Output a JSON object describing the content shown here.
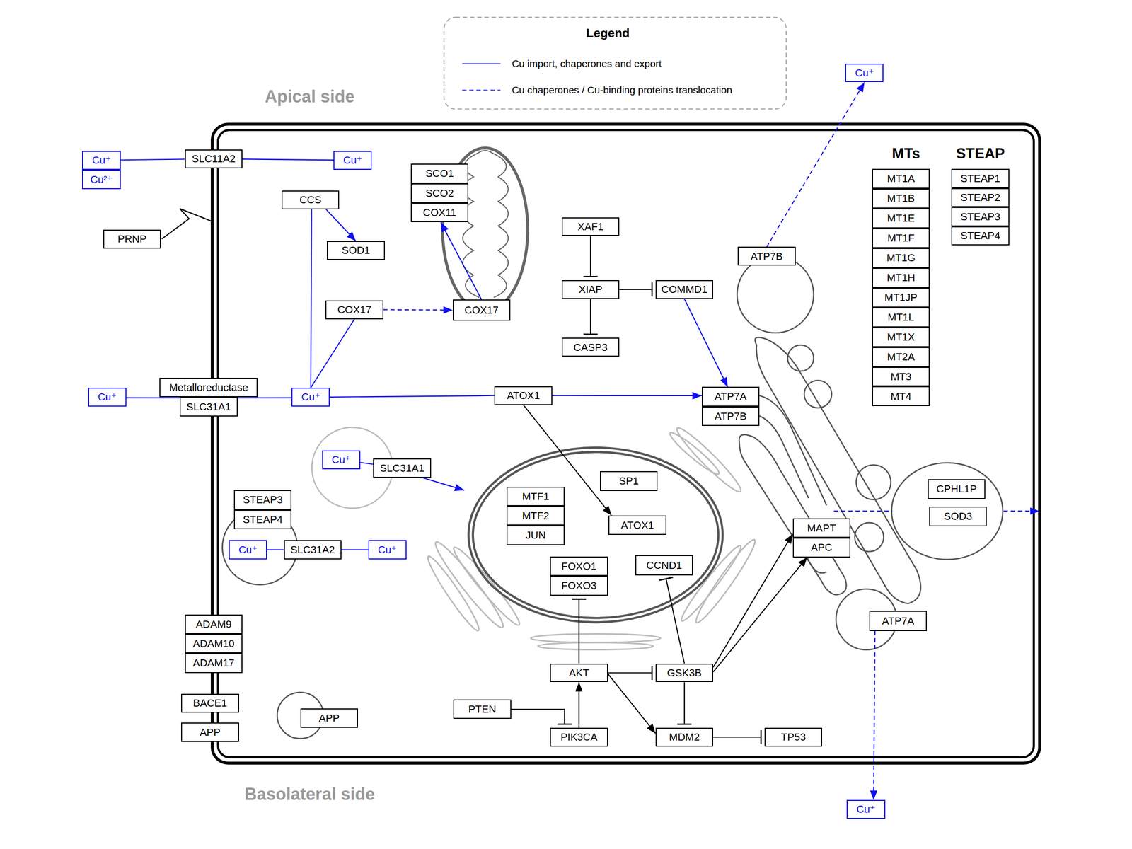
{
  "diagram": {
    "nodes": [
      {
        "text": [
          "Cu⁺"
        ]
      },
      {
        "text": [
          "Cu²⁺"
        ]
      },
      {
        "text": [
          "SLC11A2"
        ]
      },
      {
        "text": [
          "Cu⁺"
        ]
      },
      {
        "text": [
          "PRNP"
        ]
      },
      {
        "text": [
          "CCS"
        ]
      },
      {
        "text": [
          "SOD1"
        ]
      },
      {
        "text": [
          "SCO1"
        ]
      },
      {
        "text": [
          "SCO2"
        ]
      },
      {
        "text": [
          "COX11"
        ]
      },
      {
        "text": [
          "COX17"
        ]
      },
      {
        "text": [
          "COX17"
        ]
      },
      {
        "text": [
          "XAF1"
        ]
      },
      {
        "text": [
          "XIAP"
        ]
      },
      {
        "text": [
          "COMMD1"
        ]
      },
      {
        "text": [
          "CASP3"
        ]
      },
      {
        "text": [
          "Cu⁺"
        ]
      },
      {
        "text": [
          "ATP7B"
        ]
      },
      {
        "text": [
          "MT1A"
        ]
      },
      {
        "text": [
          "MT1B"
        ]
      },
      {
        "text": [
          "MT1E"
        ]
      },
      {
        "text": [
          "MT1F"
        ]
      },
      {
        "text": [
          "MT1G"
        ]
      },
      {
        "text": [
          "MT1H"
        ]
      },
      {
        "text": [
          "MT1JP"
        ]
      },
      {
        "text": [
          "MT1L"
        ]
      },
      {
        "text": [
          "MT1X"
        ]
      },
      {
        "text": [
          "MT2A"
        ]
      },
      {
        "text": [
          "MT3"
        ]
      },
      {
        "text": [
          "MT4"
        ]
      },
      {
        "text": [
          "STEAP1"
        ]
      },
      {
        "text": [
          "STEAP2"
        ]
      },
      {
        "text": [
          "STEAP3"
        ]
      },
      {
        "text": [
          "STEAP4"
        ]
      },
      {
        "text": [
          "Cu⁺"
        ]
      },
      {
        "text": [
          "Metalloreductase"
        ]
      },
      {
        "text": [
          "SLC31A1"
        ]
      },
      {
        "text": [
          "Cu⁺"
        ]
      },
      {
        "text": [
          "ATOX1"
        ]
      },
      {
        "text": [
          "ATP7A"
        ]
      },
      {
        "text": [
          "ATP7B"
        ]
      },
      {
        "text": [
          "Cu⁺"
        ]
      },
      {
        "text": [
          "SLC31A1"
        ]
      },
      {
        "text": [
          "SP1"
        ]
      },
      {
        "text": [
          "MTF1"
        ]
      },
      {
        "text": [
          "MTF2"
        ]
      },
      {
        "text": [
          "JUN"
        ]
      },
      {
        "text": [
          "ATOX1"
        ]
      },
      {
        "text": [
          "CPHL1P"
        ]
      },
      {
        "text": [
          "SOD3"
        ]
      },
      {
        "text": [
          "MAPT"
        ]
      },
      {
        "text": [
          "APC"
        ]
      },
      {
        "text": [
          "STEAP3"
        ]
      },
      {
        "text": [
          "STEAP4"
        ]
      },
      {
        "text": [
          "Cu⁺"
        ]
      },
      {
        "text": [
          "SLC31A2"
        ]
      },
      {
        "text": [
          "Cu⁺"
        ]
      },
      {
        "text": [
          "CCND1"
        ]
      },
      {
        "text": [
          "FOXO1"
        ]
      },
      {
        "text": [
          "FOXO3"
        ]
      },
      {
        "text": [
          "ATP7A"
        ]
      },
      {
        "text": [
          "ADAM9"
        ]
      },
      {
        "text": [
          "ADAM10"
        ]
      },
      {
        "text": [
          "ADAM17"
        ]
      },
      {
        "text": [
          "AKT"
        ]
      },
      {
        "text": [
          "GSK3B"
        ]
      },
      {
        "text": [
          "BACE1"
        ]
      },
      {
        "text": [
          "APP"
        ]
      },
      {
        "text": [
          "APP"
        ]
      },
      {
        "text": [
          "PTEN"
        ]
      },
      {
        "text": [
          "PIK3CA"
        ]
      },
      {
        "text": [
          "MDM2"
        ]
      },
      {
        "text": [
          "TP53"
        ]
      },
      {
        "text": [
          "Cu⁺"
        ]
      }
    ],
    "edges": [
      {
        "from": 0,
        "to": 2,
        "arrow": "none"
      },
      {
        "from": 2,
        "to": 3,
        "arrow": "none"
      },
      {
        "from": 34,
        "to": 36,
        "arrow": "none"
      },
      {
        "from": 36,
        "to": 37,
        "arrow": "none"
      },
      {
        "from": 37,
        "to": 5,
        "arrow": "none"
      },
      {
        "from": 5,
        "to": 6,
        "arrow": "to"
      },
      {
        "from": 37,
        "to": 10,
        "arrow": "none"
      },
      {
        "from": 10,
        "to": 11,
        "arrow": "to"
      },
      {
        "from": 11,
        "to": 9,
        "arrow": "to"
      },
      {
        "from": 37,
        "to": 38,
        "arrow": "none"
      },
      {
        "from": 38,
        "to": 39,
        "arrow": "to"
      },
      {
        "from": 38,
        "to": 47,
        "arrow": "to"
      },
      {
        "from": 12,
        "to": 13,
        "arrow": "to"
      },
      {
        "from": 13,
        "to": 14,
        "arrow": "to"
      },
      {
        "from": 13,
        "to": 15,
        "arrow": "to"
      },
      {
        "from": 14,
        "to": 39,
        "arrow": "to"
      },
      {
        "from": 17,
        "to": 16,
        "arrow": "to"
      },
      {
        "from": 41,
        "to": 42,
        "arrow": "none"
      },
      {
        "from": 54,
        "to": 55,
        "arrow": "none"
      },
      {
        "from": 55,
        "to": 56,
        "arrow": "none"
      },
      {
        "from": 64,
        "to": 59,
        "arrow": "to"
      },
      {
        "from": 64,
        "to": 65,
        "arrow": "to"
      },
      {
        "from": 64,
        "to": 71,
        "arrow": "to"
      },
      {
        "from": 70,
        "to": 64,
        "arrow": "to"
      },
      {
        "from": 69,
        "to": 70,
        "arrow": "to"
      },
      {
        "from": 65,
        "to": 57,
        "arrow": "to"
      },
      {
        "from": 65,
        "to": 71,
        "arrow": "to"
      },
      {
        "from": 71,
        "to": 72,
        "arrow": "to"
      },
      {
        "from": 65,
        "to": 50,
        "arrow": "to"
      },
      {
        "from": 65,
        "to": 51,
        "arrow": "to"
      },
      {
        "from": 60,
        "to": 73,
        "arrow": "to"
      }
    ],
    "labels": [
      "Legend",
      "Apical side",
      "Basolateral side",
      "MTs",
      "STEAP"
    ],
    "legend": [
      {
        "text": "Cu import, chaperones and export"
      },
      {
        "text": "Cu chaperones / Cu-binding proteins translocation"
      }
    ]
  }
}
